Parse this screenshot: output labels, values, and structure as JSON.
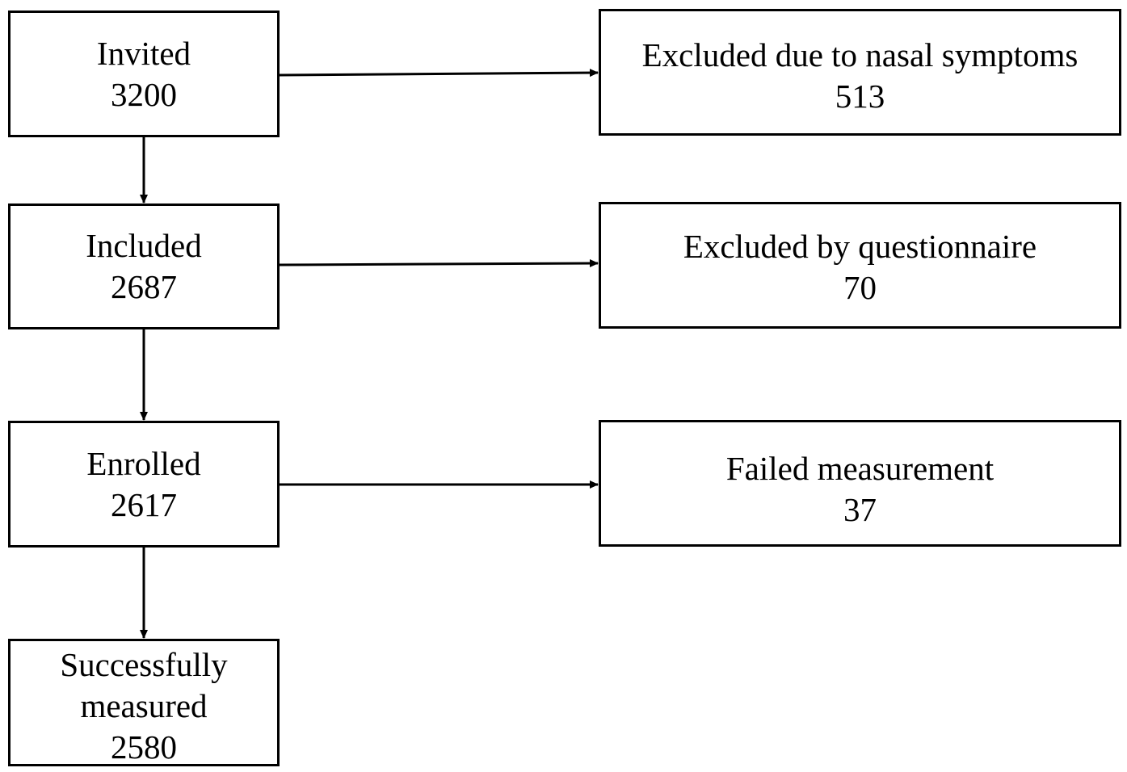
{
  "flow": {
    "invited": {
      "label": "Invited",
      "count": "3200"
    },
    "included": {
      "label": "Included",
      "count": "2687"
    },
    "enrolled": {
      "label": "Enrolled",
      "count": "2617"
    },
    "measured": {
      "label_line1": "Successfully",
      "label_line2": "measured",
      "count": "2580"
    }
  },
  "exclusions": {
    "nasal": {
      "label": "Excluded due to nasal symptoms",
      "count": "513"
    },
    "questionnaire": {
      "label": "Excluded by questionnaire",
      "count": "70"
    },
    "failed": {
      "label": "Failed measurement",
      "count": "37"
    }
  },
  "colors": {
    "stroke": "#000000",
    "background": "#ffffff"
  }
}
